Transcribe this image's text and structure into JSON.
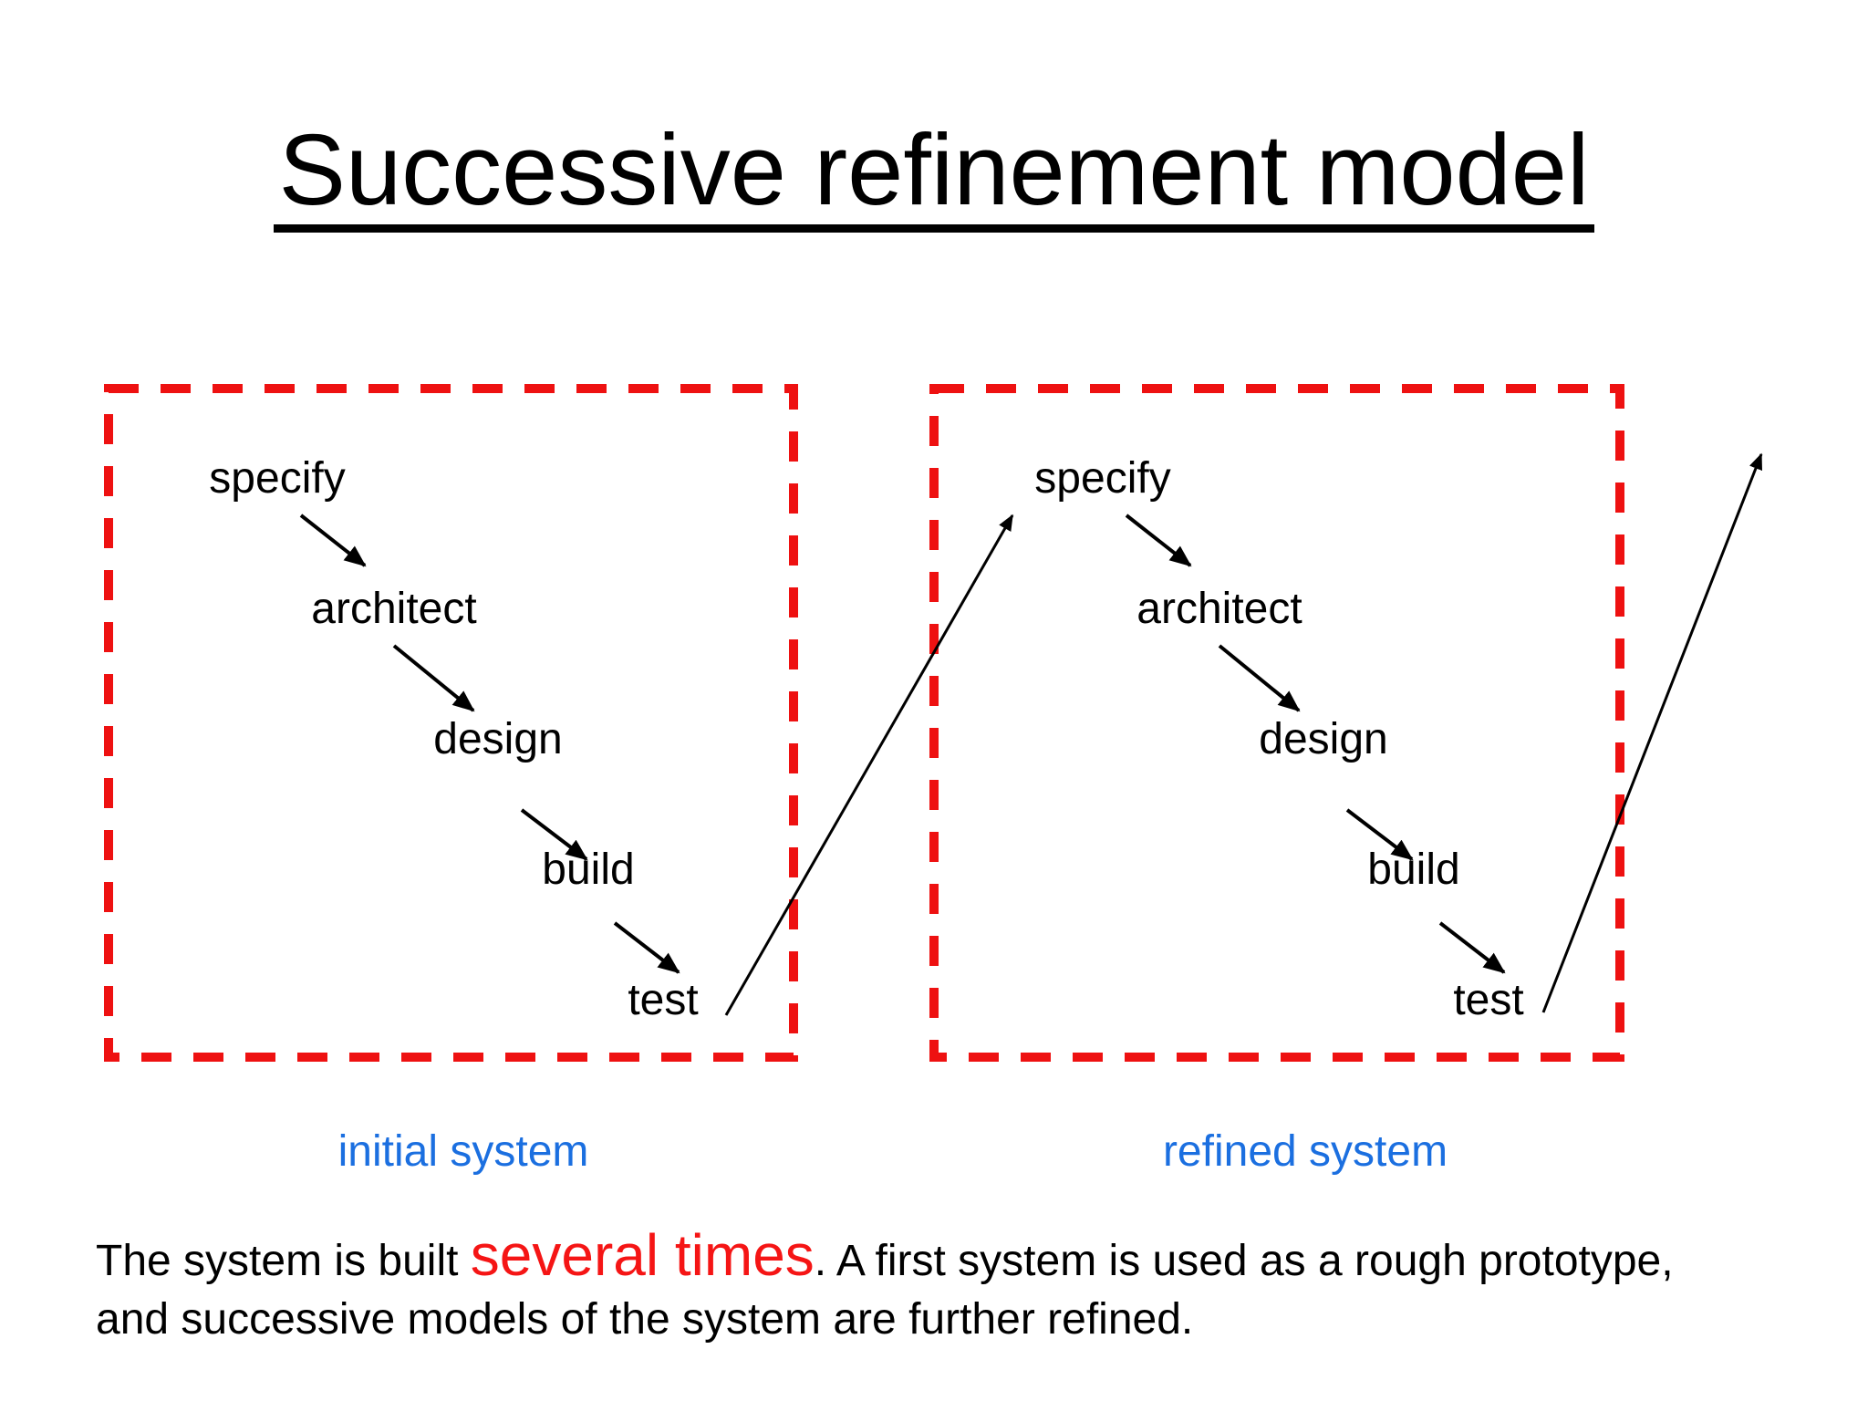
{
  "slide": {
    "title": "Successive refinement model",
    "boxes": [
      {
        "caption": "initial system",
        "steps": [
          "specify",
          "architect",
          "design",
          "build",
          "test"
        ]
      },
      {
        "caption": "refined system",
        "steps": [
          "specify",
          "architect",
          "design",
          "build",
          "test"
        ]
      }
    ],
    "paragraph": {
      "line1_before": "The system is built ",
      "highlight": "several times",
      "line1_after": ". A first system is used as a rough prototype,",
      "line2": "and successive models of the system are further refined."
    },
    "colors": {
      "text": "#000000",
      "box_border": "#ee1111",
      "caption": "#1b6fe0",
      "highlight": "#f51515"
    }
  }
}
